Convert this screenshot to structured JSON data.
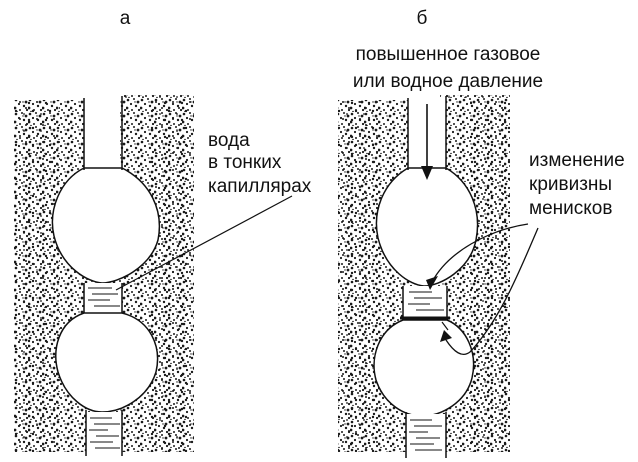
{
  "panels": [
    {
      "letter": "а"
    },
    {
      "letter": "б"
    }
  ],
  "labels": {
    "water_line1": "вода",
    "water_line2": "в тонких",
    "water_line3": "капиллярах",
    "pressure_line1": "повышенное газовое",
    "pressure_line2": "или водное давление",
    "meniscus_line1": "изменение",
    "meniscus_line2": "кривизны",
    "meniscus_line3": "менисков"
  },
  "colors": {
    "ink": "#111111",
    "rock_dots": "#1a1a1a",
    "pore": "#ffffff"
  }
}
